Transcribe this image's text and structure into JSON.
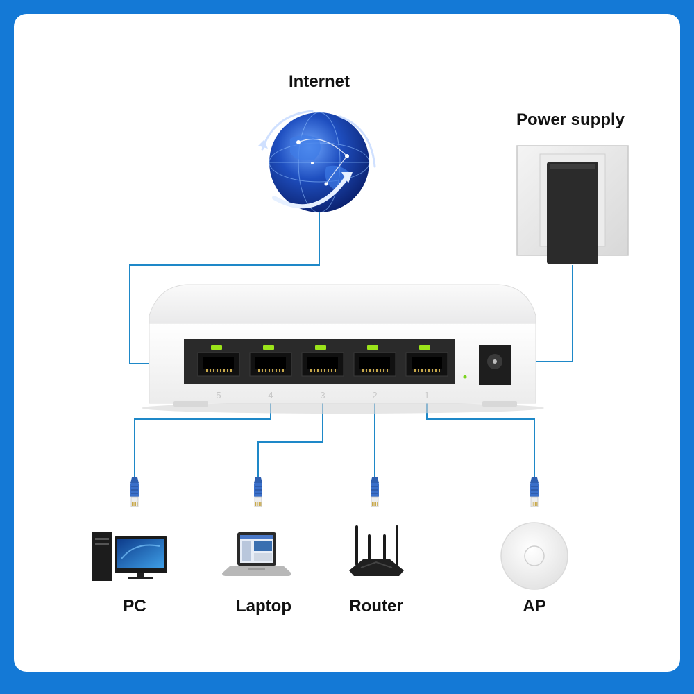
{
  "labels": {
    "internet": "Internet",
    "power_supply": "Power supply",
    "pc": "PC",
    "laptop": "Laptop",
    "router": "Router",
    "ap": "AP"
  },
  "ports": [
    "5",
    "4",
    "3",
    "2",
    "1"
  ],
  "colors": {
    "frame": "#1479d6",
    "cable": "#1e88c8",
    "port_led": "#9be41a",
    "globe": "#1a4fb8",
    "connector": "#3a6fc9"
  }
}
